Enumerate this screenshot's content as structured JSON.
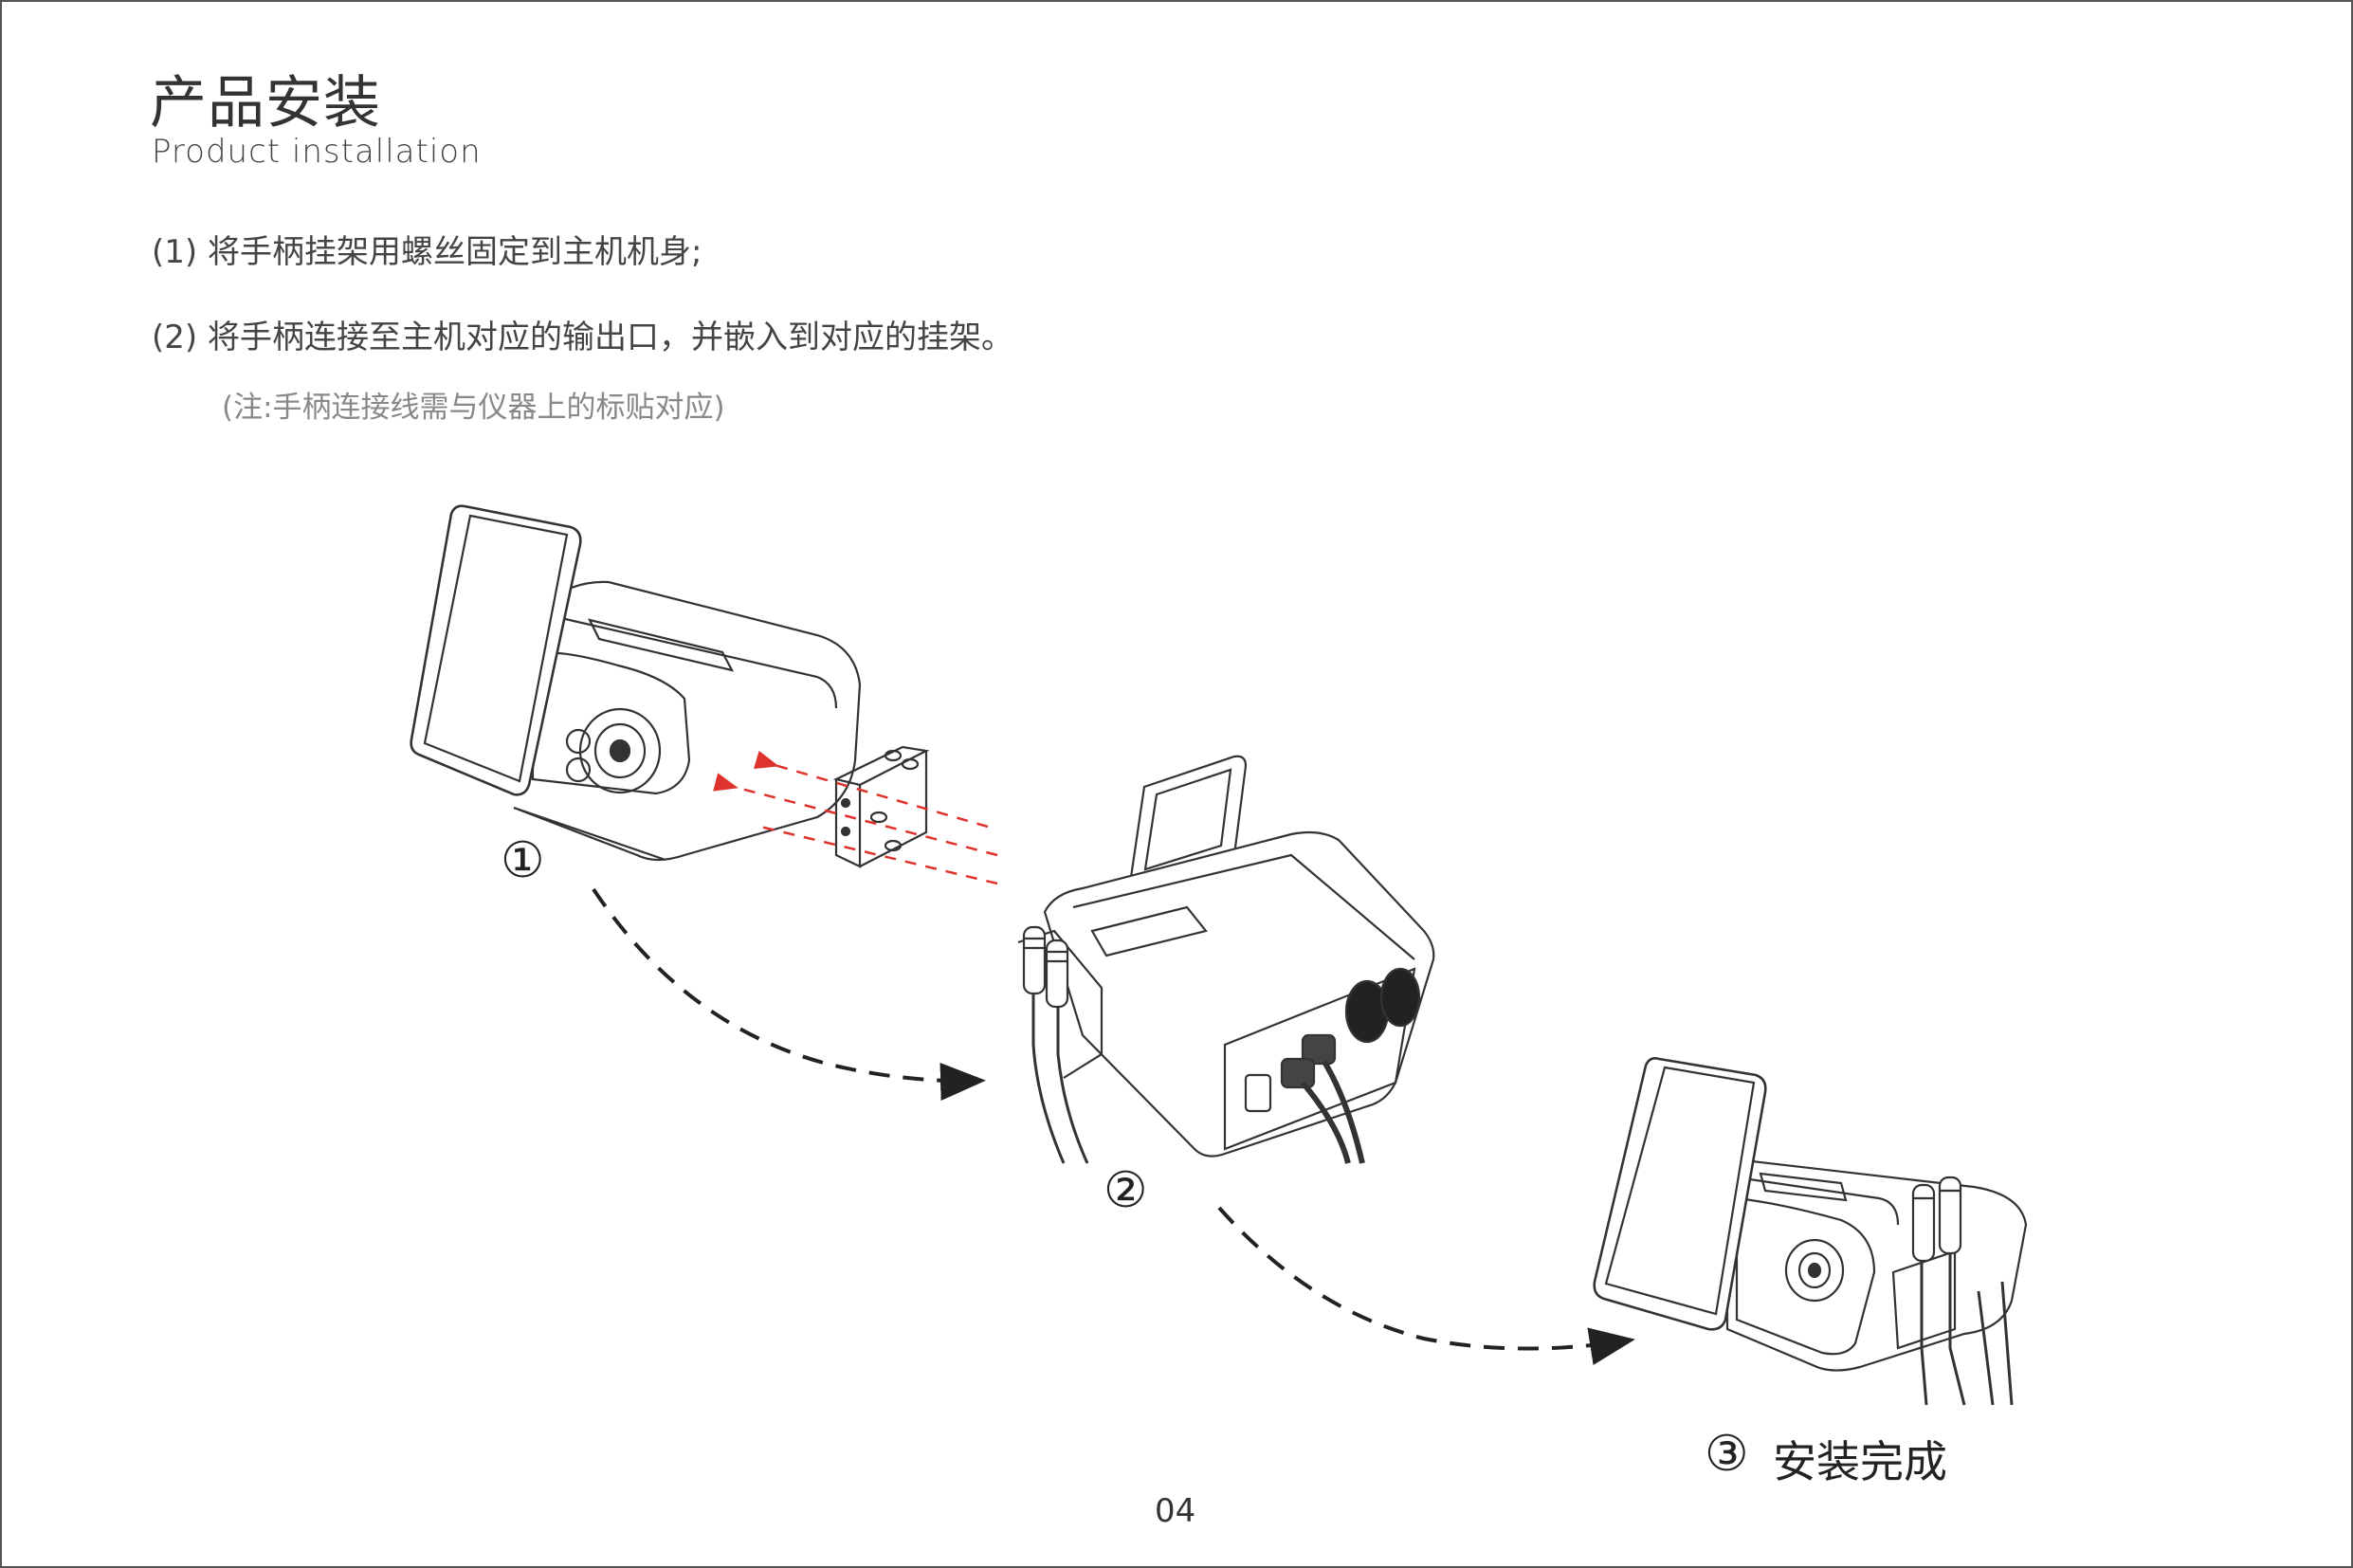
{
  "header": {
    "title_cn": "产品安装",
    "title_en": "Product installation"
  },
  "steps": [
    "(1) 将手柄挂架用螺丝固定到主机机身;",
    "(2) 将手柄连接至主机对应的输出口，并嵌入到对应的挂架。"
  ],
  "note": "(注:手柄连接线需与仪器上的标贴对应)",
  "figure_labels": {
    "step1": "①",
    "step2": "②",
    "step3": "③",
    "step3_text": "安装完成"
  },
  "footer": {
    "page_number": "04"
  },
  "colors": {
    "guide_arrow": "#e0322c",
    "flow_arrow": "#222222",
    "line_art": "#333333"
  },
  "icons": [
    "device-with-screen",
    "handle-bracket",
    "handpiece",
    "dashed-flow-arrow"
  ]
}
